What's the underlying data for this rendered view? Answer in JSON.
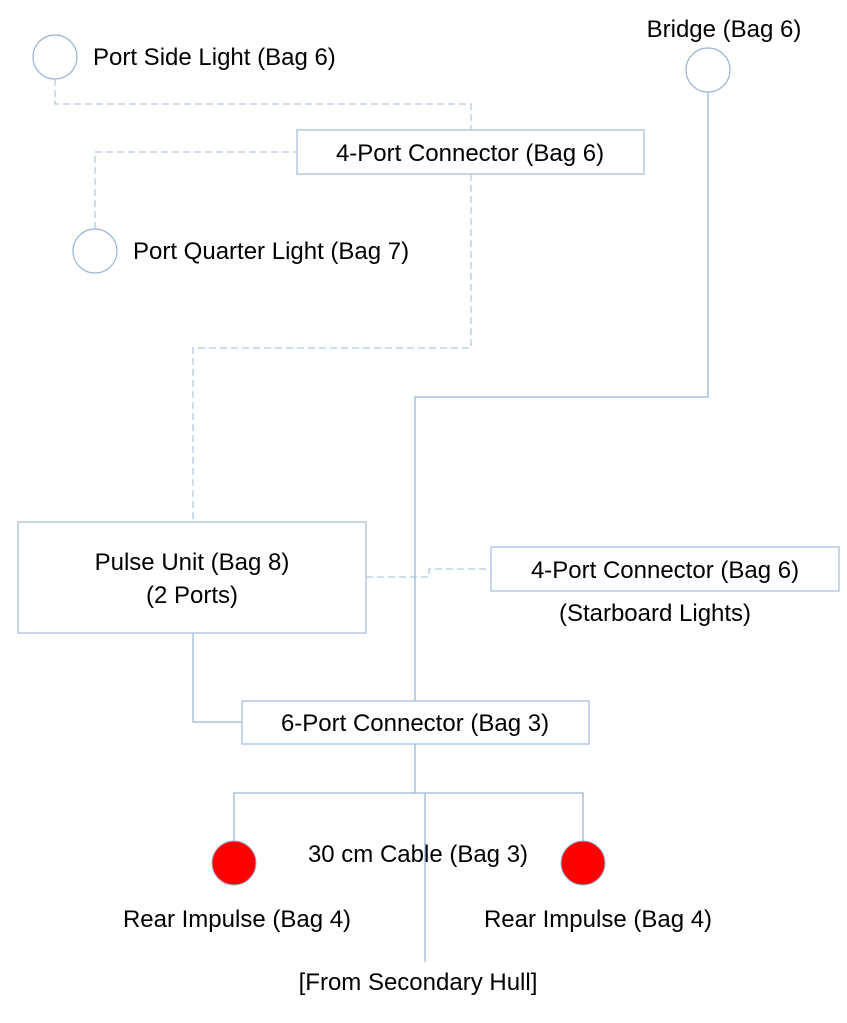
{
  "diagram": {
    "type": "wiring-diagram",
    "colors": {
      "wire": "#9ab6d6",
      "impulse_light": "#ff0000"
    },
    "nodes": {
      "port_side_light": "Port Side Light (Bag 6)",
      "bridge": "Bridge (Bag 6)",
      "port_connector_top": "4-Port Connector (Bag 6)",
      "port_quarter_light": "Port Quarter Light (Bag 7)",
      "pulse_unit_line1": "Pulse Unit (Bag 8)",
      "pulse_unit_line2": "(2 Ports)",
      "starboard_connector": "4-Port Connector (Bag 6)",
      "starboard_note": "(Starboard Lights)",
      "six_port_connector": "6-Port Connector (Bag 3)",
      "cable_note": "30 cm Cable (Bag 3)",
      "rear_impulse_left": "Rear Impulse (Bag 4)",
      "rear_impulse_right": "Rear Impulse (Bag 4)",
      "from_secondary_hull": "[From Secondary Hull]"
    },
    "connections": [
      {
        "from": "Port Side Light (Bag 6)",
        "to": "4-Port Connector (Bag 6)",
        "style": "dashed"
      },
      {
        "from": "Port Quarter Light (Bag 7)",
        "to": "4-Port Connector (Bag 6)",
        "style": "dashed"
      },
      {
        "from": "4-Port Connector (Bag 6)",
        "to": "Pulse Unit (Bag 8)",
        "style": "dashed"
      },
      {
        "from": "Starboard 4-Port Connector (Bag 6)",
        "to": "Pulse Unit (Bag 8)",
        "style": "dashed"
      },
      {
        "from": "Bridge (Bag 6)",
        "to": "6-Port Connector (Bag 3)",
        "style": "solid"
      },
      {
        "from": "Pulse Unit (Bag 8)",
        "to": "6-Port Connector (Bag 3)",
        "style": "solid"
      },
      {
        "from": "6-Port Connector (Bag 3)",
        "to": "Rear Impulse (Bag 4) left",
        "style": "solid"
      },
      {
        "from": "6-Port Connector (Bag 3)",
        "to": "Rear Impulse (Bag 4) right",
        "style": "solid"
      },
      {
        "from": "[From Secondary Hull]",
        "to": "6-Port Connector (Bag 3)",
        "style": "solid"
      }
    ]
  }
}
